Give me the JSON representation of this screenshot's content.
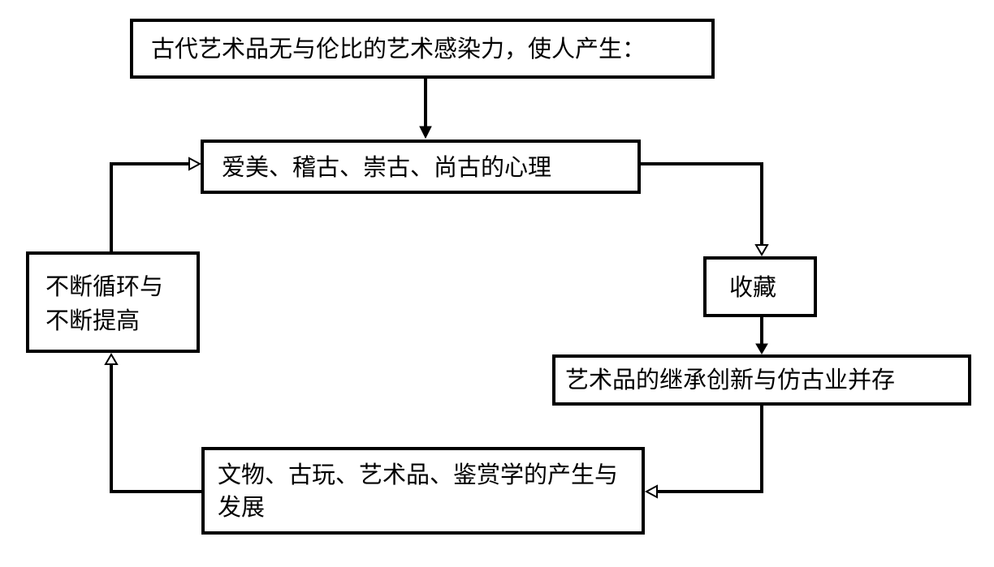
{
  "diagram": {
    "top_box": {
      "text": "古代艺术品无与伦比的艺术感染力，使人产生："
    },
    "mind_box": {
      "text": "爱美、稽古、崇古、尚古的心理"
    },
    "collect_box": {
      "text": "收藏"
    },
    "coexist_box": {
      "text": "艺术品的继承创新与仿古业并存"
    },
    "develop_box": {
      "text": "文物、古玩、艺术品、鉴赏学的产生与发展"
    },
    "cycle_box": {
      "line1": "不断循环与",
      "line2": "不断提高"
    }
  },
  "colors": {
    "stroke": "#000000",
    "background": "#ffffff"
  }
}
